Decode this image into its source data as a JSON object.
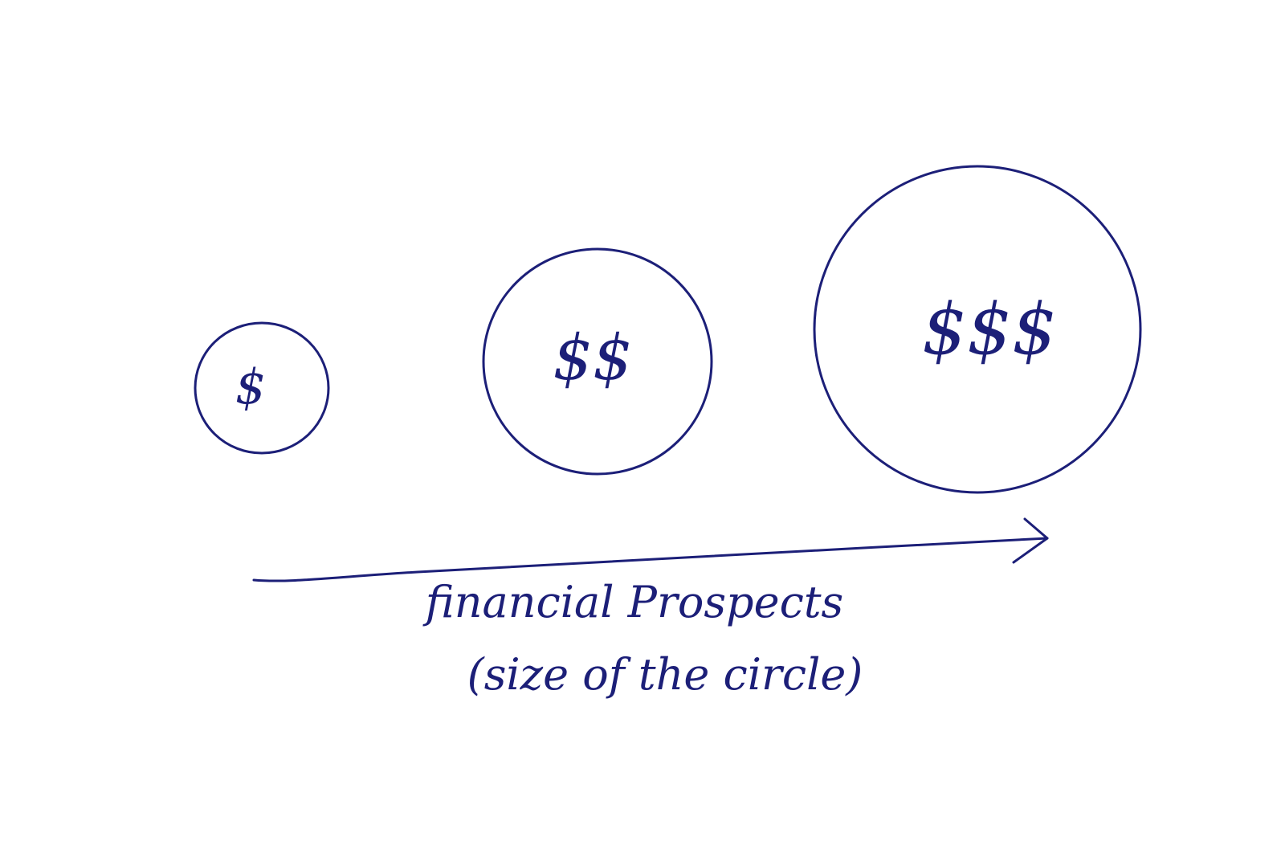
{
  "colors": {
    "ink": "#1c1f78",
    "background": "#ffffff"
  },
  "circles": [
    {
      "label": "$",
      "tier": 1
    },
    {
      "label": "$$",
      "tier": 2
    },
    {
      "label": "$$$",
      "tier": 3
    }
  ],
  "axis": {
    "label_line1": "financial Prospects",
    "label_line2": "(size of the circle)"
  }
}
